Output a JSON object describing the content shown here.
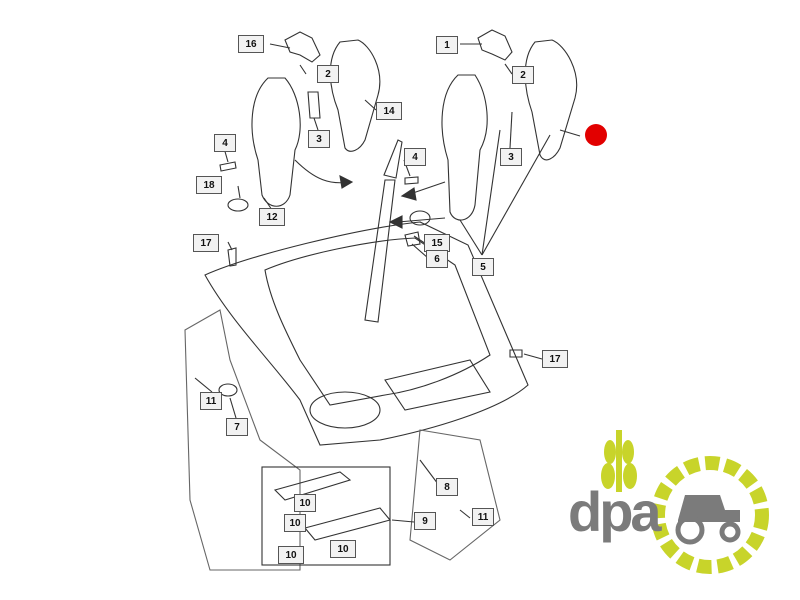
{
  "diagram": {
    "callouts": [
      "16",
      "2",
      "3",
      "14",
      "4",
      "18",
      "12",
      "17",
      "11",
      "7",
      "1",
      "2",
      "3",
      "4",
      "15",
      "6",
      "5",
      "17",
      "8",
      "9",
      "11",
      "10",
      "10",
      "10",
      "10"
    ]
  },
  "logo": {
    "text": "dpa",
    "colors": {
      "wheat": "#c8d42a",
      "gear": "#c8d42a",
      "text": "#7b7b7b"
    }
  },
  "hotspot": {
    "color": "#e20000"
  }
}
